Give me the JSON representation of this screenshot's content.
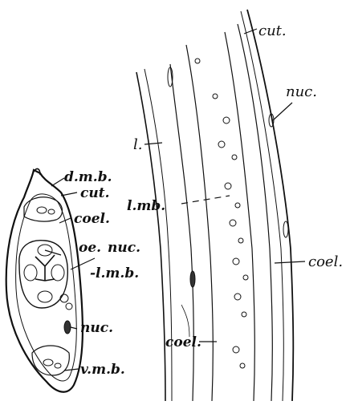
{
  "labels": {
    "cross_section": {
      "dmb": "d.m.b.",
      "cut": "cut.",
      "coel": "coel.",
      "oe": "oe.",
      "nuc_inner": "nuc.",
      "lmb": "-l.m.b.",
      "nuc": "nuc.",
      "vmb": "v.m.b."
    },
    "longitudinal": {
      "cut": "cut.",
      "nuc": "nuc.",
      "l": "l.",
      "lmb": "l.mb.",
      "coel_right": "coel.",
      "coel_bottom": "coel."
    }
  },
  "colors": {
    "ink": "#111111",
    "background": "#ffffff"
  }
}
